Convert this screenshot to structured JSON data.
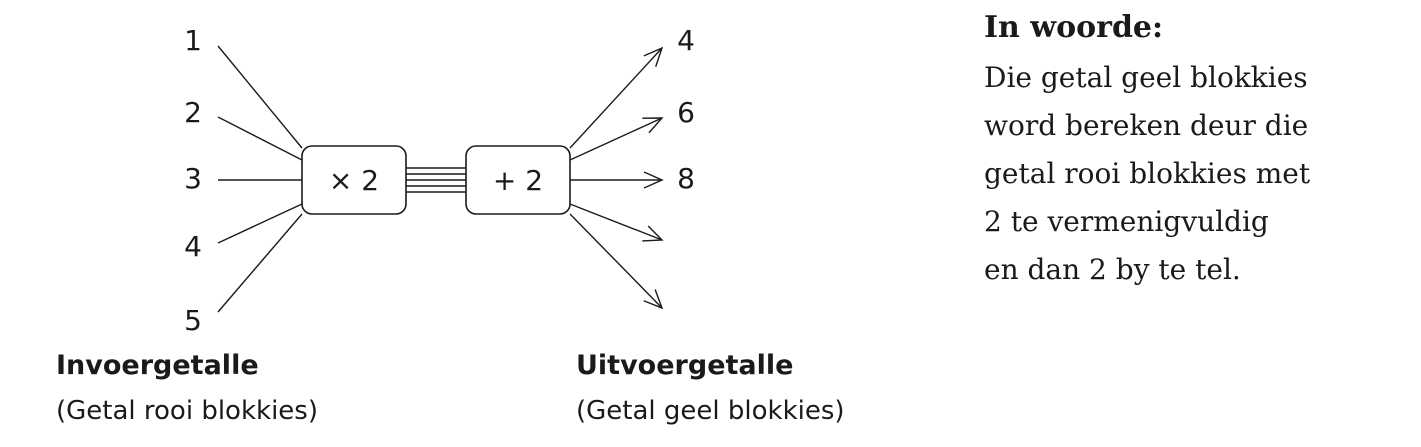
{
  "diagram": {
    "inputs": [
      "1",
      "2",
      "3",
      "4",
      "5"
    ],
    "operations": [
      "× 2",
      "+ 2"
    ],
    "outputs": [
      "4",
      "6",
      "8",
      "",
      ""
    ]
  },
  "captions": {
    "input_title": "Invoergetalle",
    "input_sub": "(Getal rooi blokkies)",
    "output_title": "Uitvoergetalle",
    "output_sub": "(Getal geel blokkies)"
  },
  "in_words": {
    "title": "In woorde:",
    "lines": [
      "Die getal geel blokkies",
      "word bereken deur die",
      "getal rooi blokkies met",
      "2 te vermenigvuldig",
      "en dan 2 by te tel."
    ]
  }
}
